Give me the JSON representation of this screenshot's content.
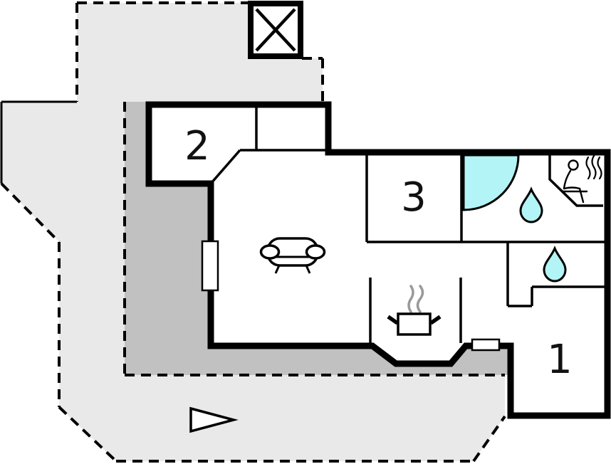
{
  "floor_plan": {
    "type": "holiday-home-floor-plan",
    "rooms": [
      {
        "number": "1"
      },
      {
        "number": "2"
      },
      {
        "number": "3"
      }
    ],
    "colors": {
      "terrace_light": "#e9e9e9",
      "terrace_dark": "#c1c1c1",
      "water_accent": "#b3f4f6",
      "wall": "#000000",
      "steam_gray": "#9a9a9a",
      "background": "#ffffff"
    },
    "icons": [
      "skylight-icon",
      "sofa-icon",
      "cooking-pot-icon",
      "steam-icon",
      "shower-icon",
      "water-drop-icon",
      "water-drop-icon",
      "sauna-person-icon",
      "direction-arrow-icon"
    ]
  }
}
